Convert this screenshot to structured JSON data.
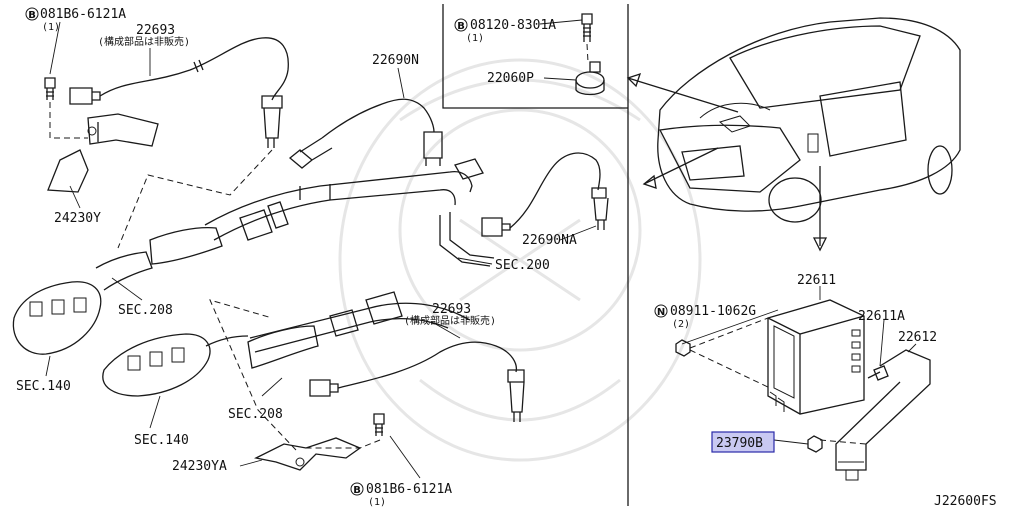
{
  "diagram_code": "J22600FS",
  "bolt_top_left": {
    "circle_letter": "B",
    "number": "081B6-6121A",
    "qty": "(1)"
  },
  "bolt_bottom": {
    "circle_letter": "B",
    "number": "081B6-6121A",
    "qty": "(1)"
  },
  "bolt_inset": {
    "circle_letter": "B",
    "number": "08120-8301A",
    "qty": "(1)"
  },
  "nut_right": {
    "circle_letter": "N",
    "number": "08911-1062G",
    "qty": "(2)"
  },
  "parts": {
    "p22693_top": "22693",
    "p22693_top_note": "(構成部品は非販売)",
    "p22690n": "22690N",
    "p22690na": "22690NA",
    "p22060p": "22060P",
    "p24230y": "24230Y",
    "p24230ya": "24230YA",
    "p22693_mid": "22693",
    "p22693_mid_note": "(構成部品は非販売)",
    "p22611": "22611",
    "p22611a": "22611A",
    "p22612": "22612",
    "p23790b": "23790B"
  },
  "sections": {
    "sec200": "SEC.200",
    "sec208_top": "SEC.208",
    "sec208_mid": "SEC.208",
    "sec140_left": "SEC.140",
    "sec140_mid": "SEC.140"
  },
  "colors": {
    "highlight_fill": "#c9c9f2",
    "highlight_border": "#2a2aa8",
    "ink": "#1a1a1a"
  }
}
